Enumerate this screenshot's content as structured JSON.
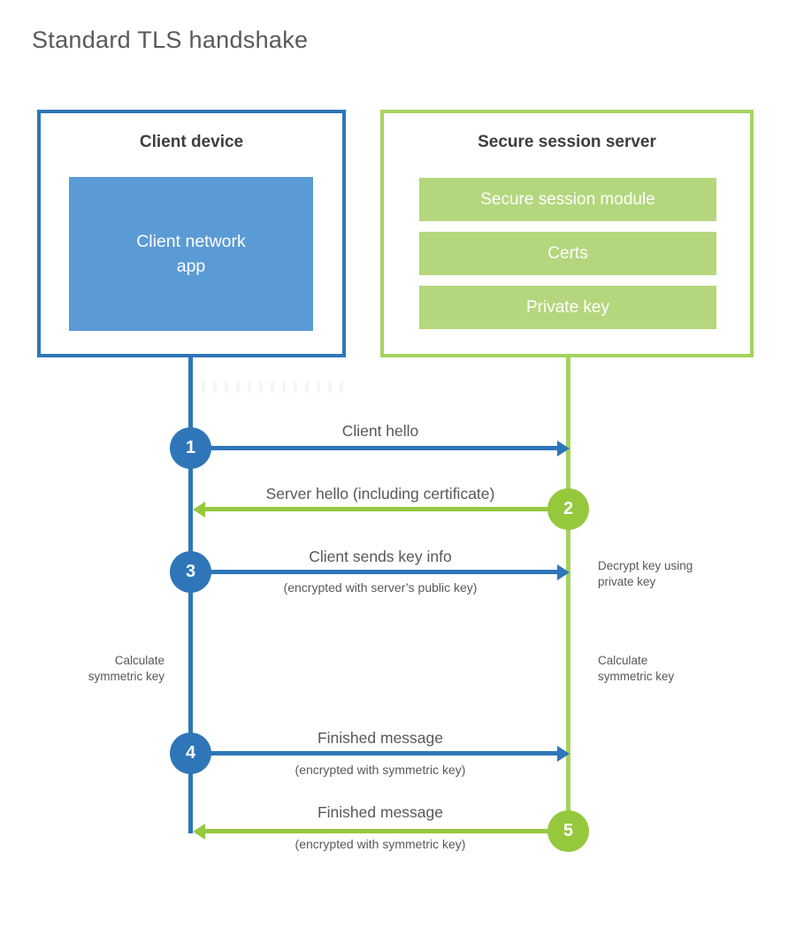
{
  "page": {
    "title": "Standard TLS handshake"
  },
  "colors": {
    "blue": "#2e76b8",
    "blue_light": "#5b9bd5",
    "green": "#96c83e",
    "green_border": "#a5d35f",
    "green_bar": "#b4d77d",
    "text_gray": "#58585a",
    "heading_gray": "#3e3e40",
    "title_gray": "#595959"
  },
  "client_box": {
    "title": "Client device",
    "app_label": "Client network\napp"
  },
  "server_box": {
    "title": "Secure session server",
    "modules": [
      "Secure session module",
      "Certs",
      "Private key"
    ]
  },
  "steps": [
    {
      "num": "1",
      "direction": "right",
      "label": "Client hello",
      "sub": ""
    },
    {
      "num": "2",
      "direction": "left",
      "label": "Server hello (including certificate)",
      "sub": ""
    },
    {
      "num": "3",
      "direction": "right",
      "label": "Client sends key info",
      "sub": "(encrypted with server’s public key)"
    },
    {
      "num": "4",
      "direction": "right",
      "label": "Finished message",
      "sub": "(encrypted with symmetric key)"
    },
    {
      "num": "5",
      "direction": "left",
      "label": "Finished message",
      "sub": "(encrypted with symmetric key)"
    }
  ],
  "notes": {
    "decrypt": "Decrypt key using\nprivate key",
    "calc_left": "Calculate\nsymmetric key",
    "calc_right": "Calculate\nsymmetric key"
  }
}
